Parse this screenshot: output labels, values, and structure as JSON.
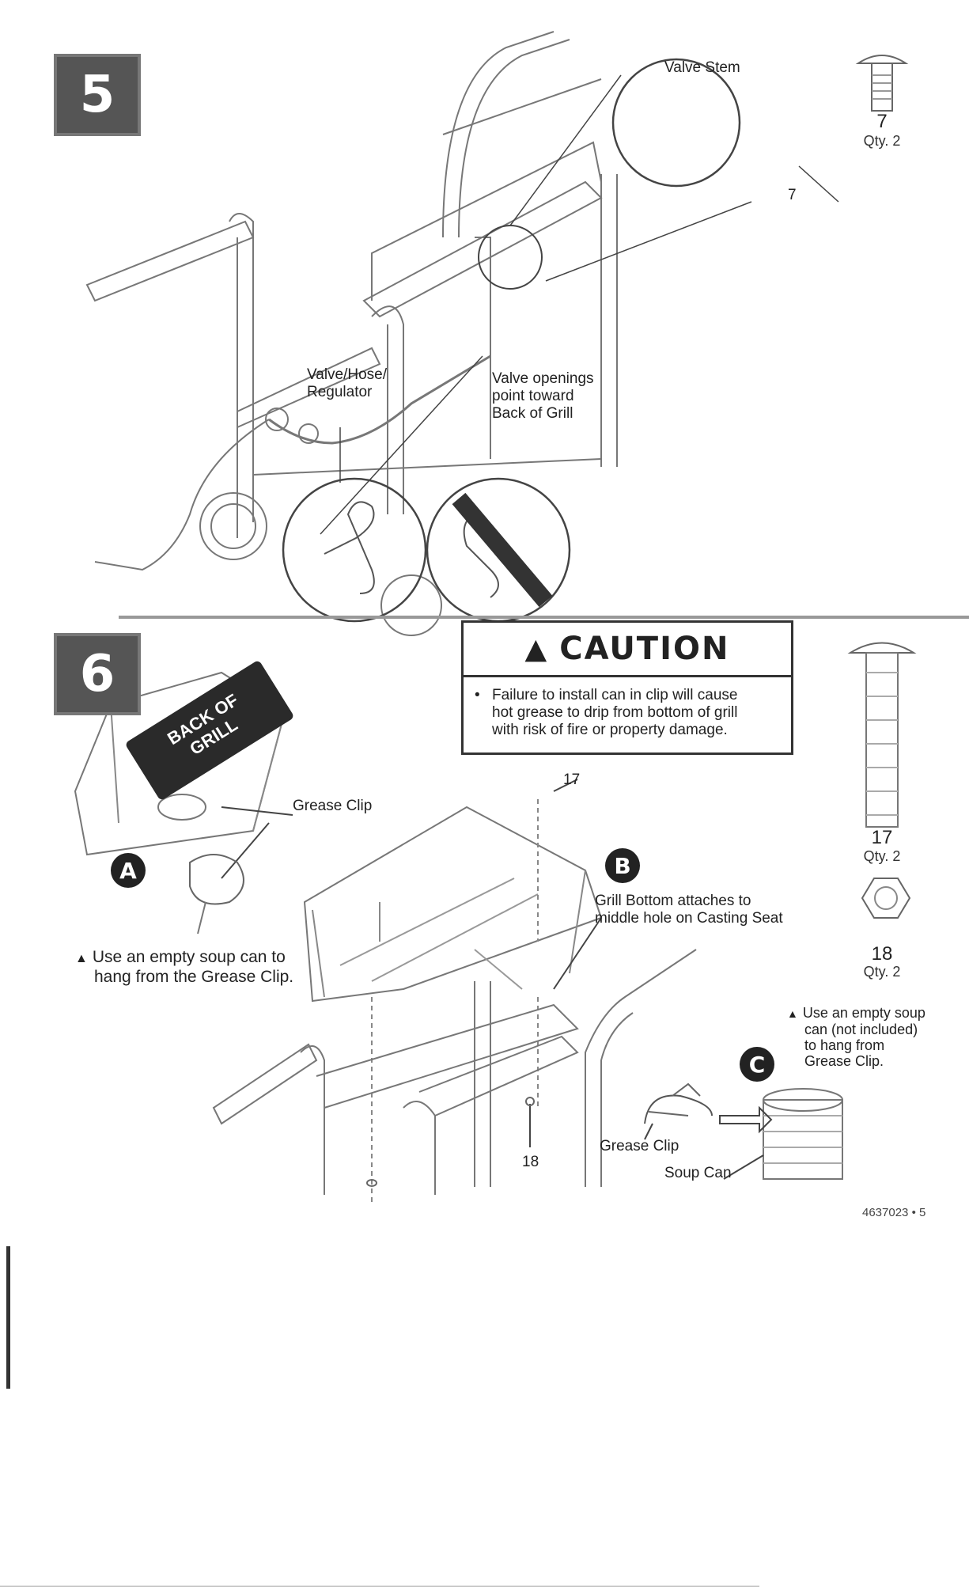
{
  "step5": {
    "number": "5",
    "labels": {
      "valve_stem": "Valve Stem",
      "valve_hose_regulator_1": "Valve/Hose/",
      "valve_hose_regulator_2": "Regulator",
      "valve_openings_1": "Valve openings",
      "valve_openings_2": "point toward",
      "valve_openings_3": "Back of Grill",
      "callout_7": "7"
    },
    "part": {
      "number": "7",
      "qty": "Qty. 2"
    }
  },
  "step6": {
    "number": "6",
    "caution": {
      "title": "CAUTION",
      "bullet": "•",
      "line1": "Failure to install can in clip will cause",
      "line2": "hot grease to drip from bottom of grill",
      "line3": "with risk of fire or property damage."
    },
    "back_of_grill_1": "BACK OF",
    "back_of_grill_2": "GRILL",
    "labels": {
      "grease_clip": "Grease Clip",
      "callout_17": "17",
      "callout_18": "18",
      "grill_bottom_1": "Grill Bottom attaches to",
      "grill_bottom_2": "middle hole on Casting Seat",
      "grease_clip_c": "Grease Clip",
      "soup_can": "Soup Can"
    },
    "circles": {
      "a": "A",
      "b": "B",
      "c": "C"
    },
    "note_a_1": "Use an empty soup can to",
    "note_a_2": "hang from the Grease Clip.",
    "note_c_1": "Use an empty soup",
    "note_c_2": "can (not included)",
    "note_c_3": "to hang from",
    "note_c_4": "Grease Clip.",
    "parts": [
      {
        "number": "17",
        "qty": "Qty. 2"
      },
      {
        "number": "18",
        "qty": "Qty. 2"
      }
    ]
  },
  "footer": {
    "page_ref": "4637023  •  5"
  },
  "icons": {
    "warning": "warning-triangle-icon"
  }
}
